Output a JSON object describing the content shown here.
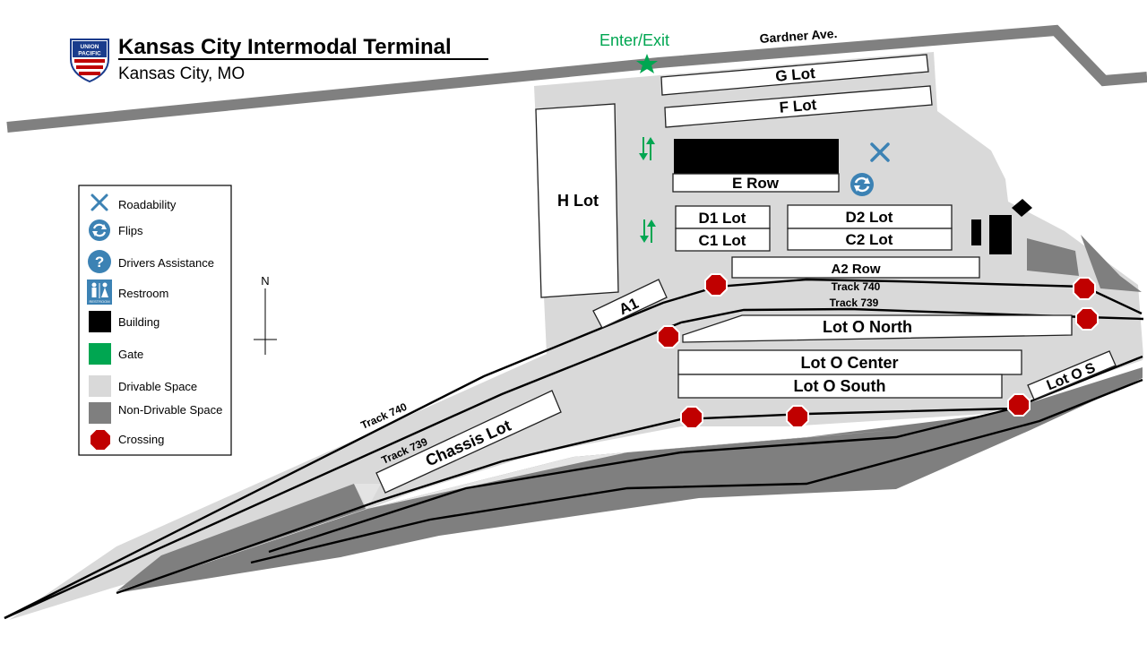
{
  "header": {
    "title": "Kansas City Intermodal Terminal",
    "subtitle": "Kansas City, MO",
    "logo_text": [
      "UNION",
      "PACIFIC"
    ]
  },
  "street": {
    "name": "Gardner Ave."
  },
  "gate": {
    "label": "Enter/Exit"
  },
  "lots": {
    "g": "G Lot",
    "f": "F Lot",
    "e": "E Row",
    "h": "H Lot",
    "d1": "D1 Lot",
    "c1": "C1 Lot",
    "d2": "D2 Lot",
    "c2": "C2 Lot",
    "a2": "A2 Row",
    "a1": "A1",
    "o_north": "Lot O North",
    "o_center": "Lot O Center",
    "o_south": "Lot O South",
    "o_s": "Lot O S",
    "chassis": "Chassis Lot"
  },
  "tracks": {
    "t740_top": "Track 740",
    "t739_top": "Track 739",
    "t740_left": "Track 740",
    "t739_left": "Track 739"
  },
  "compass": {
    "north": "N"
  },
  "legend": {
    "items": [
      {
        "icon": "roadability-icon",
        "label": "Roadability"
      },
      {
        "icon": "flips-icon",
        "label": "Flips"
      },
      {
        "icon": "drivers-assistance-icon",
        "label": "Drivers Assistance"
      },
      {
        "icon": "restroom-icon",
        "label": "Restroom"
      },
      {
        "icon": "building-swatch",
        "label": "Building"
      },
      {
        "icon": "gate-swatch",
        "label": "Gate"
      },
      {
        "icon": "drivable-swatch",
        "label": "Drivable Space"
      },
      {
        "icon": "non-drivable-swatch",
        "label": "Non-Drivable Space"
      },
      {
        "icon": "crossing-icon",
        "label": "Crossing"
      }
    ],
    "restroom_caption": "RESTROOM"
  },
  "colors": {
    "drivable": "#d9d9d9",
    "non_drivable": "#7f7f7f",
    "road": "#808080",
    "building": "#000000",
    "gate": "#00a651",
    "crossing": "#c00000",
    "icon_blue": "#3c82b4"
  }
}
